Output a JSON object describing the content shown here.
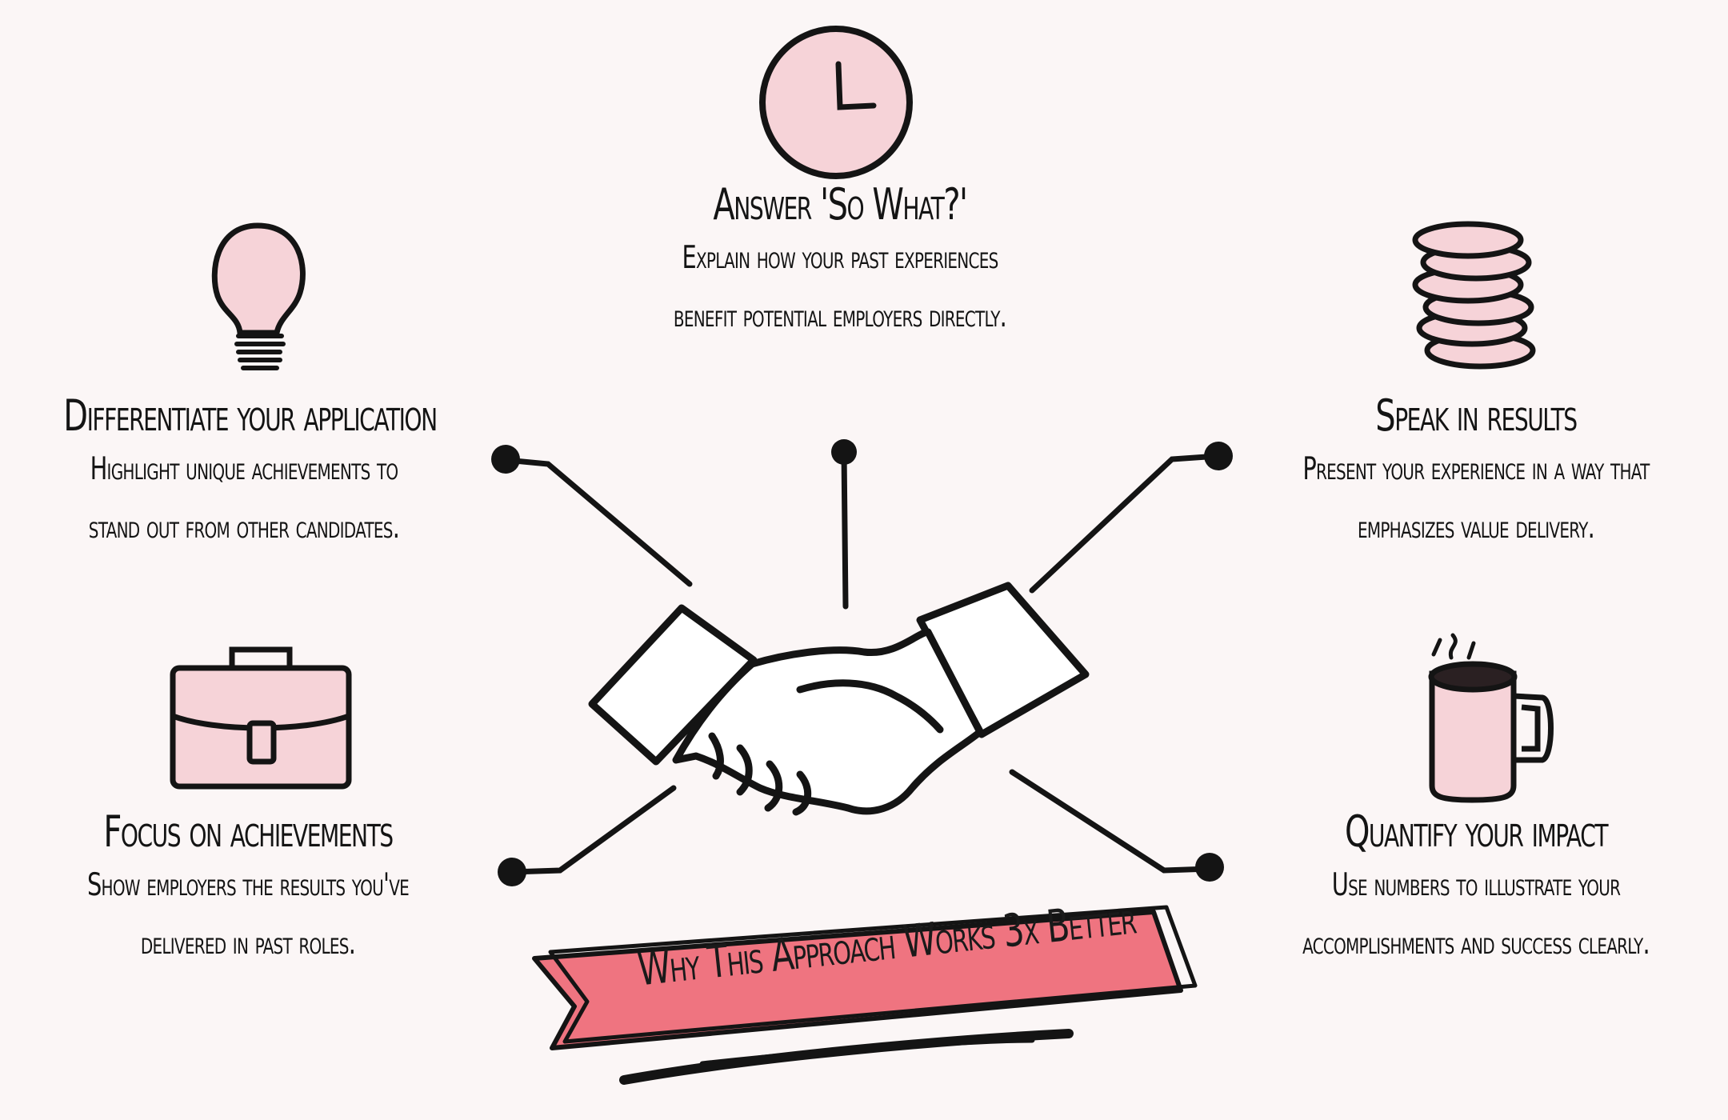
{
  "colors": {
    "background": "#fbf6f6",
    "accent_pink": "#f6d3d8",
    "banner_red": "#ef7480",
    "ink": "#141414"
  },
  "center": {
    "icon": "handshake-icon"
  },
  "items": {
    "top": {
      "icon": "clock-icon",
      "title": "Answer 'So What?'",
      "desc_line1": "Explain how your past experiences",
      "desc_line2": "benefit potential employers directly."
    },
    "left_upper": {
      "icon": "lightbulb-icon",
      "title": "Differentiate your application",
      "desc_line1": "Highlight unique achievements to",
      "desc_line2": "stand out from other candidates."
    },
    "right_upper": {
      "icon": "coin-stack-icon",
      "title": "Speak in results",
      "desc_line1": "Present your experience in a way that",
      "desc_line2": "emphasizes value delivery."
    },
    "left_lower": {
      "icon": "briefcase-icon",
      "title": "Focus on achievements",
      "desc_line1": "Show employers the results you've",
      "desc_line2": "delivered in past roles."
    },
    "right_lower": {
      "icon": "coffee-mug-icon",
      "title": "Quantify your impact",
      "desc_line1": "Use numbers to illustrate your",
      "desc_line2": "accomplishments and success clearly."
    }
  },
  "banner": {
    "text": "Why This Approach Works 3x Better"
  }
}
